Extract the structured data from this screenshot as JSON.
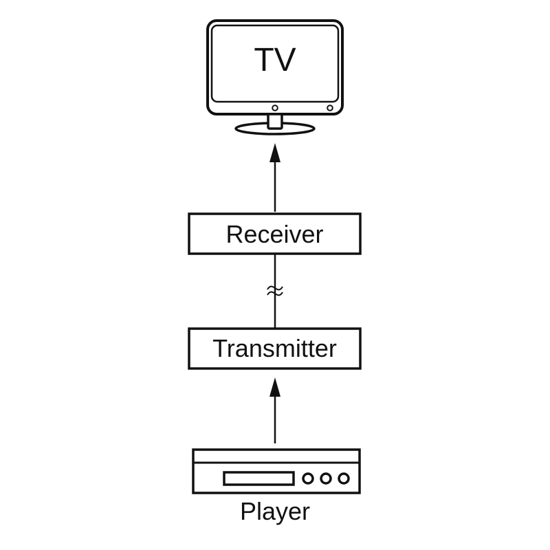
{
  "diagram": {
    "title": "Wireless AV transmission chain",
    "nodes": {
      "tv": {
        "label": "TV",
        "type": "display-device"
      },
      "receiver": {
        "label": "Receiver",
        "type": "box"
      },
      "transmitter": {
        "label": "Transmitter",
        "type": "box"
      },
      "player": {
        "label": "Player",
        "type": "source-device"
      }
    },
    "edges": [
      {
        "from": "player",
        "to": "transmitter",
        "style": "arrow"
      },
      {
        "from": "transmitter",
        "to": "receiver",
        "style": "wireless-link",
        "symbol": "≈"
      },
      {
        "from": "receiver",
        "to": "tv",
        "style": "arrow"
      }
    ],
    "icons": {
      "tv": "television-icon",
      "player": "media-player-icon",
      "wireless": "wireless-break-icon"
    },
    "colors": {
      "stroke": "#111111",
      "background": "#ffffff"
    }
  }
}
